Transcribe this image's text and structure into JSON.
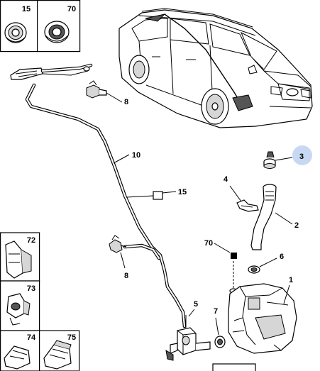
{
  "insets": [
    {
      "number": "15",
      "icon": "grommet"
    },
    {
      "number": "70",
      "icon": "ring-grommet"
    },
    {
      "number": "72",
      "icon": "clip"
    },
    {
      "number": "73",
      "icon": "connector-clip"
    },
    {
      "number": "74",
      "icon": "fastener"
    },
    {
      "number": "75",
      "icon": "fastener"
    }
  ],
  "callouts": {
    "reservoir": "1",
    "filler_neck": "2",
    "filler_cap": "3",
    "bracket": "4",
    "pump": "5",
    "seal": "6",
    "pump_grommet": "7",
    "nozzle_upper": "8",
    "nozzle_lower": "8",
    "hose": "10",
    "hose_clip": "15",
    "grommet_plug": "70"
  },
  "highlight_color": "#c9d8f2"
}
